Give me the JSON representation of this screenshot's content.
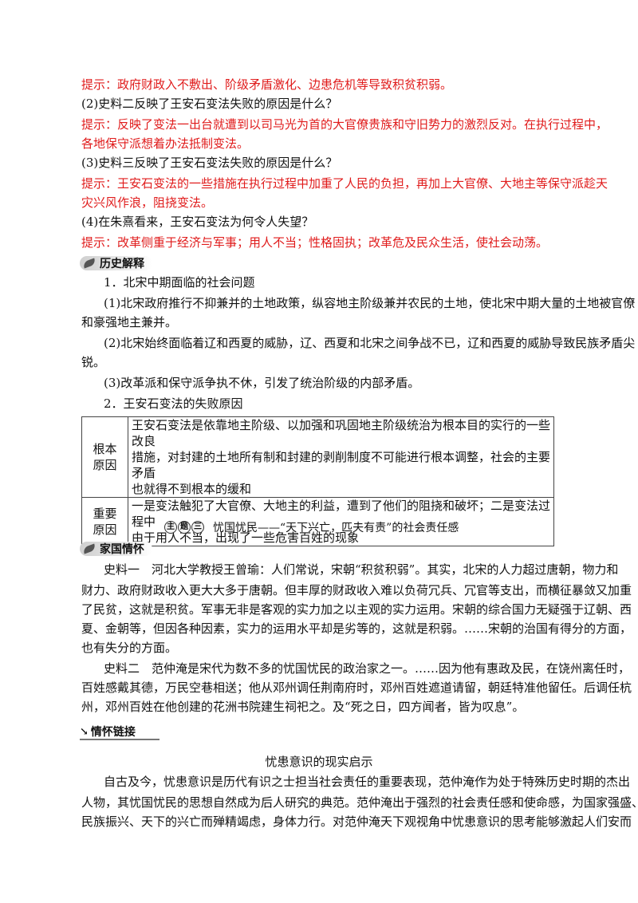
{
  "hint1": "提示：政府财政入不敷出、阶级矛盾激化、边患危机等导致积贫积弱。",
  "q2": "(2)史料二反映了王安石变法失败的原因是什么？",
  "hint2_l1": "提示：反映了变法一出台就遭到以司马光为首的大官僚贵族和守旧势力的激烈反对。在执行过程中，",
  "hint2_l2": "各地保守派想着办法抵制变法。",
  "q3": "(3)史料三反映了王安石变法失败的原因是什么？",
  "hint3_l1": "提示：王安石变法的一些措施在执行过程中加重了人民的负担，再加上大官僚、大地主等保守派趁天",
  "hint3_l2": "灾兴风作浪，阻挠变法。",
  "q4": "(4)在朱熹看来，王安石变法为何令人失望？",
  "hint4": "提示：改革侧重于经济与军事；用人不当；性格固执；改革危及民众生活，使社会动荡。",
  "section1_badge": "历史解释",
  "s1_h1": "1．北宋中期面临的社会问题",
  "s1_p1_l1": "(1)北宋政府推行不抑兼并的土地政策，纵容地主阶级兼并农民的土地，使北宋中期大量的土地被官僚",
  "s1_p1_l2": "和豪强地主兼并。",
  "s1_p2_l1": "(2)北宋始终面临着辽和西夏的威胁，辽、西夏和北宋之间争战不已，辽和西夏的威胁导致民族矛盾尖",
  "s1_p2_l2": "锐。",
  "s1_p3": "(3)改革派和保守派争执不休，引发了统治阶级的内部矛盾。",
  "s1_h2": "2．王安石变法的失败原因",
  "table": {
    "row1_head_l1": "根本",
    "row1_head_l2": "原因",
    "row1_l1": "王安石变法是依靠地主阶级、以加强和巩固地主阶级统治为根本目的实行的一些改良",
    "row1_l2": "措施，对封建的土地所有制和封建的剥削制度不可能进行根本调整，社会的主要矛盾",
    "row1_l3": "也就得不到根本的缓和",
    "row2_head_l1": "重要",
    "row2_head_l2": "原因",
    "row2_l1": "一是变法触犯了大官僚、大地主的利益，遭到了他们的阻挠和破坏；二是变法过程中",
    "row2_l2": "由于用人不当，出现了一些危害百姓的现象"
  },
  "theme": {
    "stamp": [
      "主",
      "题",
      "三"
    ],
    "title": "忧国忧民——“天下兴亡，匹夫有责”的社会责任感"
  },
  "section2_badge": "家国情怀",
  "sl1_l1": "史料一　河北大学教授王曾瑜：人们常说，宋朝“积贫积弱”。其实，北宋的人力超过唐朝，物力和",
  "sl1_l2": "财力、政府财政收入更大大多于唐朝。但丰厚的财政收入难以负荷冗兵、冗官等支出，而横征暴敛又加重",
  "sl1_l3": "了民贫，这就是积贫。军事无非是客观的实力加之以主观的实力运用。宋朝的综合国力无疑强于辽朝、西",
  "sl1_l4": "夏、金朝等，但因各种因素，实力的运用水平却是劣等的，这就是积弱。……宋朝的治国有得分的方面，",
  "sl1_l5": "也有失分的方面。",
  "sl2_l1": "史料二　范仲淹是宋代为数不多的忧国忧民的政治家之一。……因为他有惠政及民，在饶州离任时，",
  "sl2_l2": "百姓感戴其德，万民空巷相送；他从邓州调任荆南府时，邓州百姓遮道请留，朝廷特准他留任。后调任杭",
  "sl2_l3": "州，邓州百姓在他创建的花洲书院建生祠祀之。及“死之日，四方闻者，皆为叹息”。",
  "section3_badge": "情怀链接",
  "article_title": "忧患意识的现实启示",
  "art_l1": "自古及今，忧患意识是历代有识之士担当社会责任的重要表现，范仲淹作为处于特殊历史时期的杰出",
  "art_l2": "人物，其忧国忧民的思想自然成为后人研究的典范。范仲淹出于强烈的社会责任感和使命感，为国家强盛、",
  "art_l3": "民族振兴、天下的兴亡而殚精竭虑，身体力行。对范仲淹天下观视角中忧患意识的思考能够激起人们安而"
}
